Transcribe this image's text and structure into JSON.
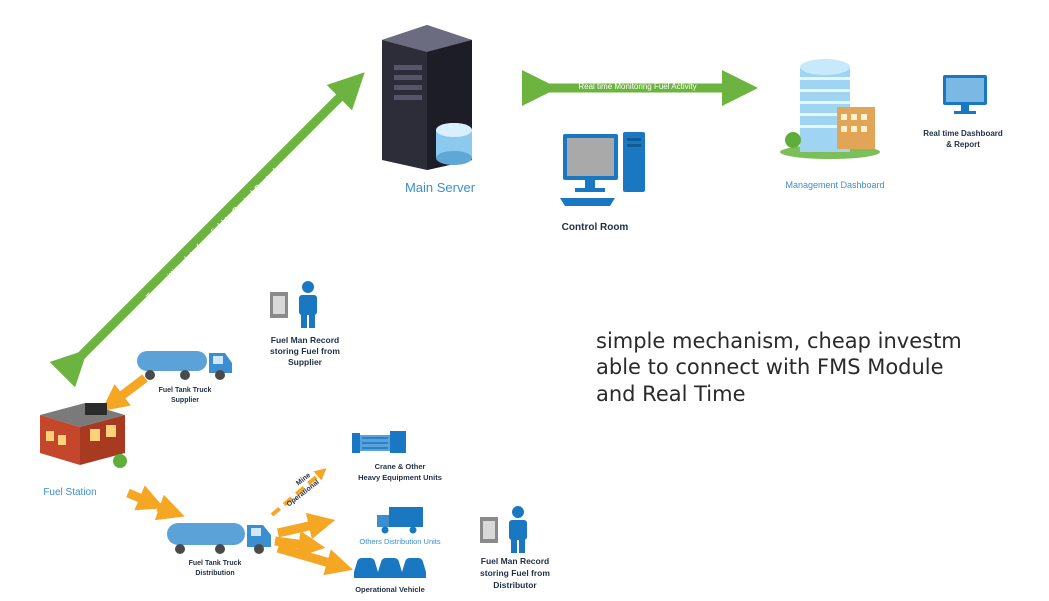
{
  "diagram": {
    "nodes": {
      "main_server": "Main Server",
      "control_room": "Control Room",
      "management_dashboard": "Management Dashboard",
      "dashboard_report_line1": "Real time Dashboard",
      "dashboard_report_line2": "& Report",
      "fuel_station": "Fuel Station",
      "fuelman_supplier_line1": "Fuel Man Record",
      "fuelman_supplier_line2": "storing Fuel from",
      "fuelman_supplier_line3": "Supplier",
      "truck_supplier_line1": "Fuel Tank Truck",
      "truck_supplier_line2": "Supplier",
      "truck_distribution_line1": "Fuel Tank Truck",
      "truck_distribution_line2": "Distribution",
      "crane_line1": "Crane & Other",
      "crane_line2": "Heavy Equipment Units",
      "others_distribution": "Others Distribution Units",
      "operational_vehicle": "Operational Vehicle",
      "fuelman_distributor_line1": "Fuel Man Record",
      "fuelman_distributor_line2": "storing Fuel from",
      "fuelman_distributor_line3": "Distributor"
    },
    "edges": {
      "server_to_dashboard": "Real time Monitoring Fuel Activity",
      "field_to_server": "Transmitting data from field to Central Control room",
      "mine_operational_line1": "Mine",
      "mine_operational_line2": "Operational"
    }
  },
  "side_text": {
    "line1": "simple mechanism, cheap investm",
    "line2": "able to connect with FMS Module",
    "line3": "and Real Time"
  },
  "colors": {
    "green_arrow": "#6db33f",
    "orange_arrow": "#f5a623",
    "label_blue": "#3b8fd0",
    "label_dark": "#1f2f45"
  }
}
